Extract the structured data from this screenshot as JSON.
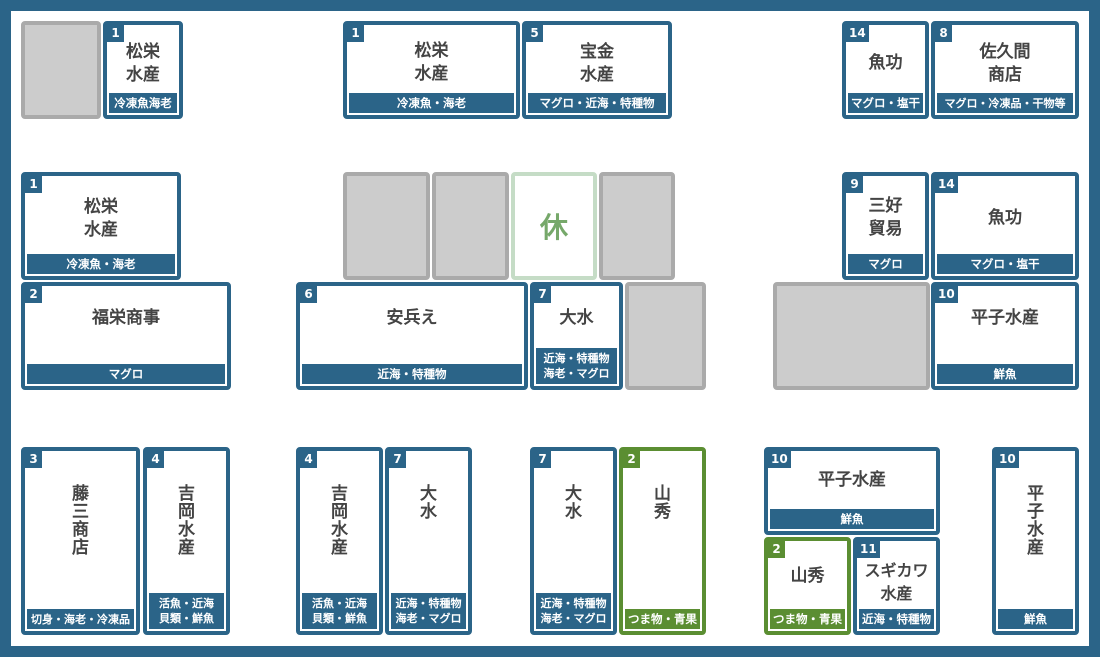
{
  "colors": {
    "primary": "#2b6488",
    "accent_green": "#5b8e32",
    "empty": "#cccccc",
    "rest": "#76a86a"
  },
  "rest_label": "休",
  "stalls": [
    {
      "id": "s1",
      "num": "1",
      "name": "松栄\n水産",
      "cat": "冷凍魚海老"
    },
    {
      "id": "s2",
      "num": "1",
      "name": "松栄\n水産",
      "cat": "冷凍魚・海老"
    },
    {
      "id": "s3",
      "num": "5",
      "name": "宝金\n水産",
      "cat": "マグロ・近海・特種物"
    },
    {
      "id": "s4",
      "num": "14",
      "name": "魚功",
      "cat": "マグロ・塩干"
    },
    {
      "id": "s5",
      "num": "8",
      "name": "佐久間\n商店",
      "cat": "マグロ・冷凍品・干物等"
    },
    {
      "id": "s6",
      "num": "1",
      "name": "松栄\n水産",
      "cat": "冷凍魚・海老"
    },
    {
      "id": "s7",
      "num": "9",
      "name": "三好\n貿易",
      "cat": "マグロ"
    },
    {
      "id": "s8",
      "num": "14",
      "name": "魚功",
      "cat": "マグロ・塩干"
    },
    {
      "id": "s9",
      "num": "2",
      "name": "福栄商事",
      "cat": "マグロ"
    },
    {
      "id": "s10",
      "num": "6",
      "name": "安兵え",
      "cat": "近海・特種物"
    },
    {
      "id": "s11",
      "num": "7",
      "name": "大水",
      "cat": "近海・特種物\n海老・マグロ"
    },
    {
      "id": "s12",
      "num": "10",
      "name": "平子水産",
      "cat": "鮮魚"
    },
    {
      "id": "s13",
      "num": "3",
      "name": "藤\n三\n商\n店",
      "cat": "切身・海老・冷凍品"
    },
    {
      "id": "s14",
      "num": "4",
      "name": "吉\n岡\n水\n産",
      "cat": "活魚・近海\n貝類・鮮魚"
    },
    {
      "id": "s15",
      "num": "4",
      "name": "吉\n岡\n水\n産",
      "cat": "活魚・近海\n貝類・鮮魚"
    },
    {
      "id": "s16",
      "num": "7",
      "name": "大\n水",
      "cat": "近海・特種物\n海老・マグロ"
    },
    {
      "id": "s17",
      "num": "7",
      "name": "大\n水",
      "cat": "近海・特種物\n海老・マグロ"
    },
    {
      "id": "s18",
      "num": "2",
      "name": "山\n秀",
      "cat": "つま物・青果"
    },
    {
      "id": "s19",
      "num": "10",
      "name": "平子水産",
      "cat": "鮮魚"
    },
    {
      "id": "s20",
      "num": "2",
      "name": "山秀",
      "cat": "つま物・青果"
    },
    {
      "id": "s21",
      "num": "11",
      "name": "スギカワ\n水産",
      "cat": "近海・特種物"
    },
    {
      "id": "s22",
      "num": "10",
      "name": "平\n子\n水\n産",
      "cat": "鮮魚"
    }
  ]
}
